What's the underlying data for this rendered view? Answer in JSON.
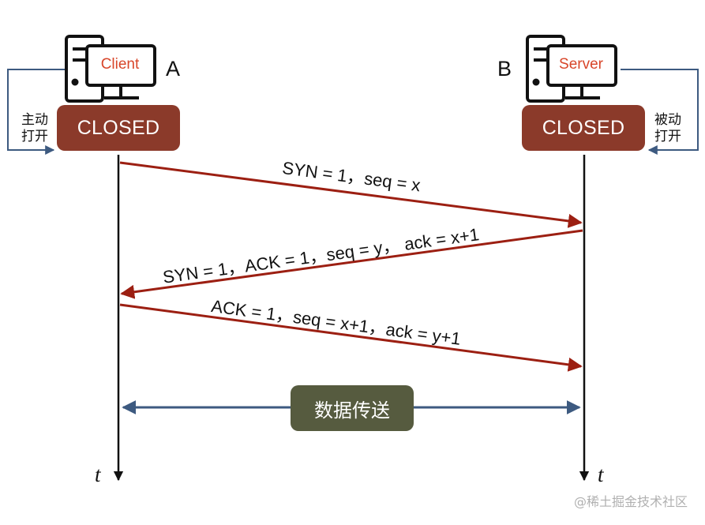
{
  "hosts": {
    "a": {
      "screen_label": "Client",
      "letter": "A",
      "state": "CLOSED",
      "side_label_line1": "主动",
      "side_label_line2": "打开"
    },
    "b": {
      "screen_label": "Server",
      "letter": "B",
      "state": "CLOSED",
      "side_label_line1": "被动",
      "side_label_line2": "打开"
    }
  },
  "messages": [
    {
      "text": "SYN = 1，seq = x"
    },
    {
      "text": "SYN = 1，ACK = 1，seq = y， ack = x+1"
    },
    {
      "text": "ACK = 1，seq = x+1，ack = y+1"
    }
  ],
  "data_transfer": "数据传送",
  "time_axis_label": "t",
  "watermark": "@稀土掘金技术社区",
  "colors": {
    "arrow_red": "#9c1f12",
    "transfer_line": "#3d5a80",
    "state_box": "#8b3a2a",
    "transfer_box": "#565b3f",
    "screen_text": "#d8462a"
  }
}
